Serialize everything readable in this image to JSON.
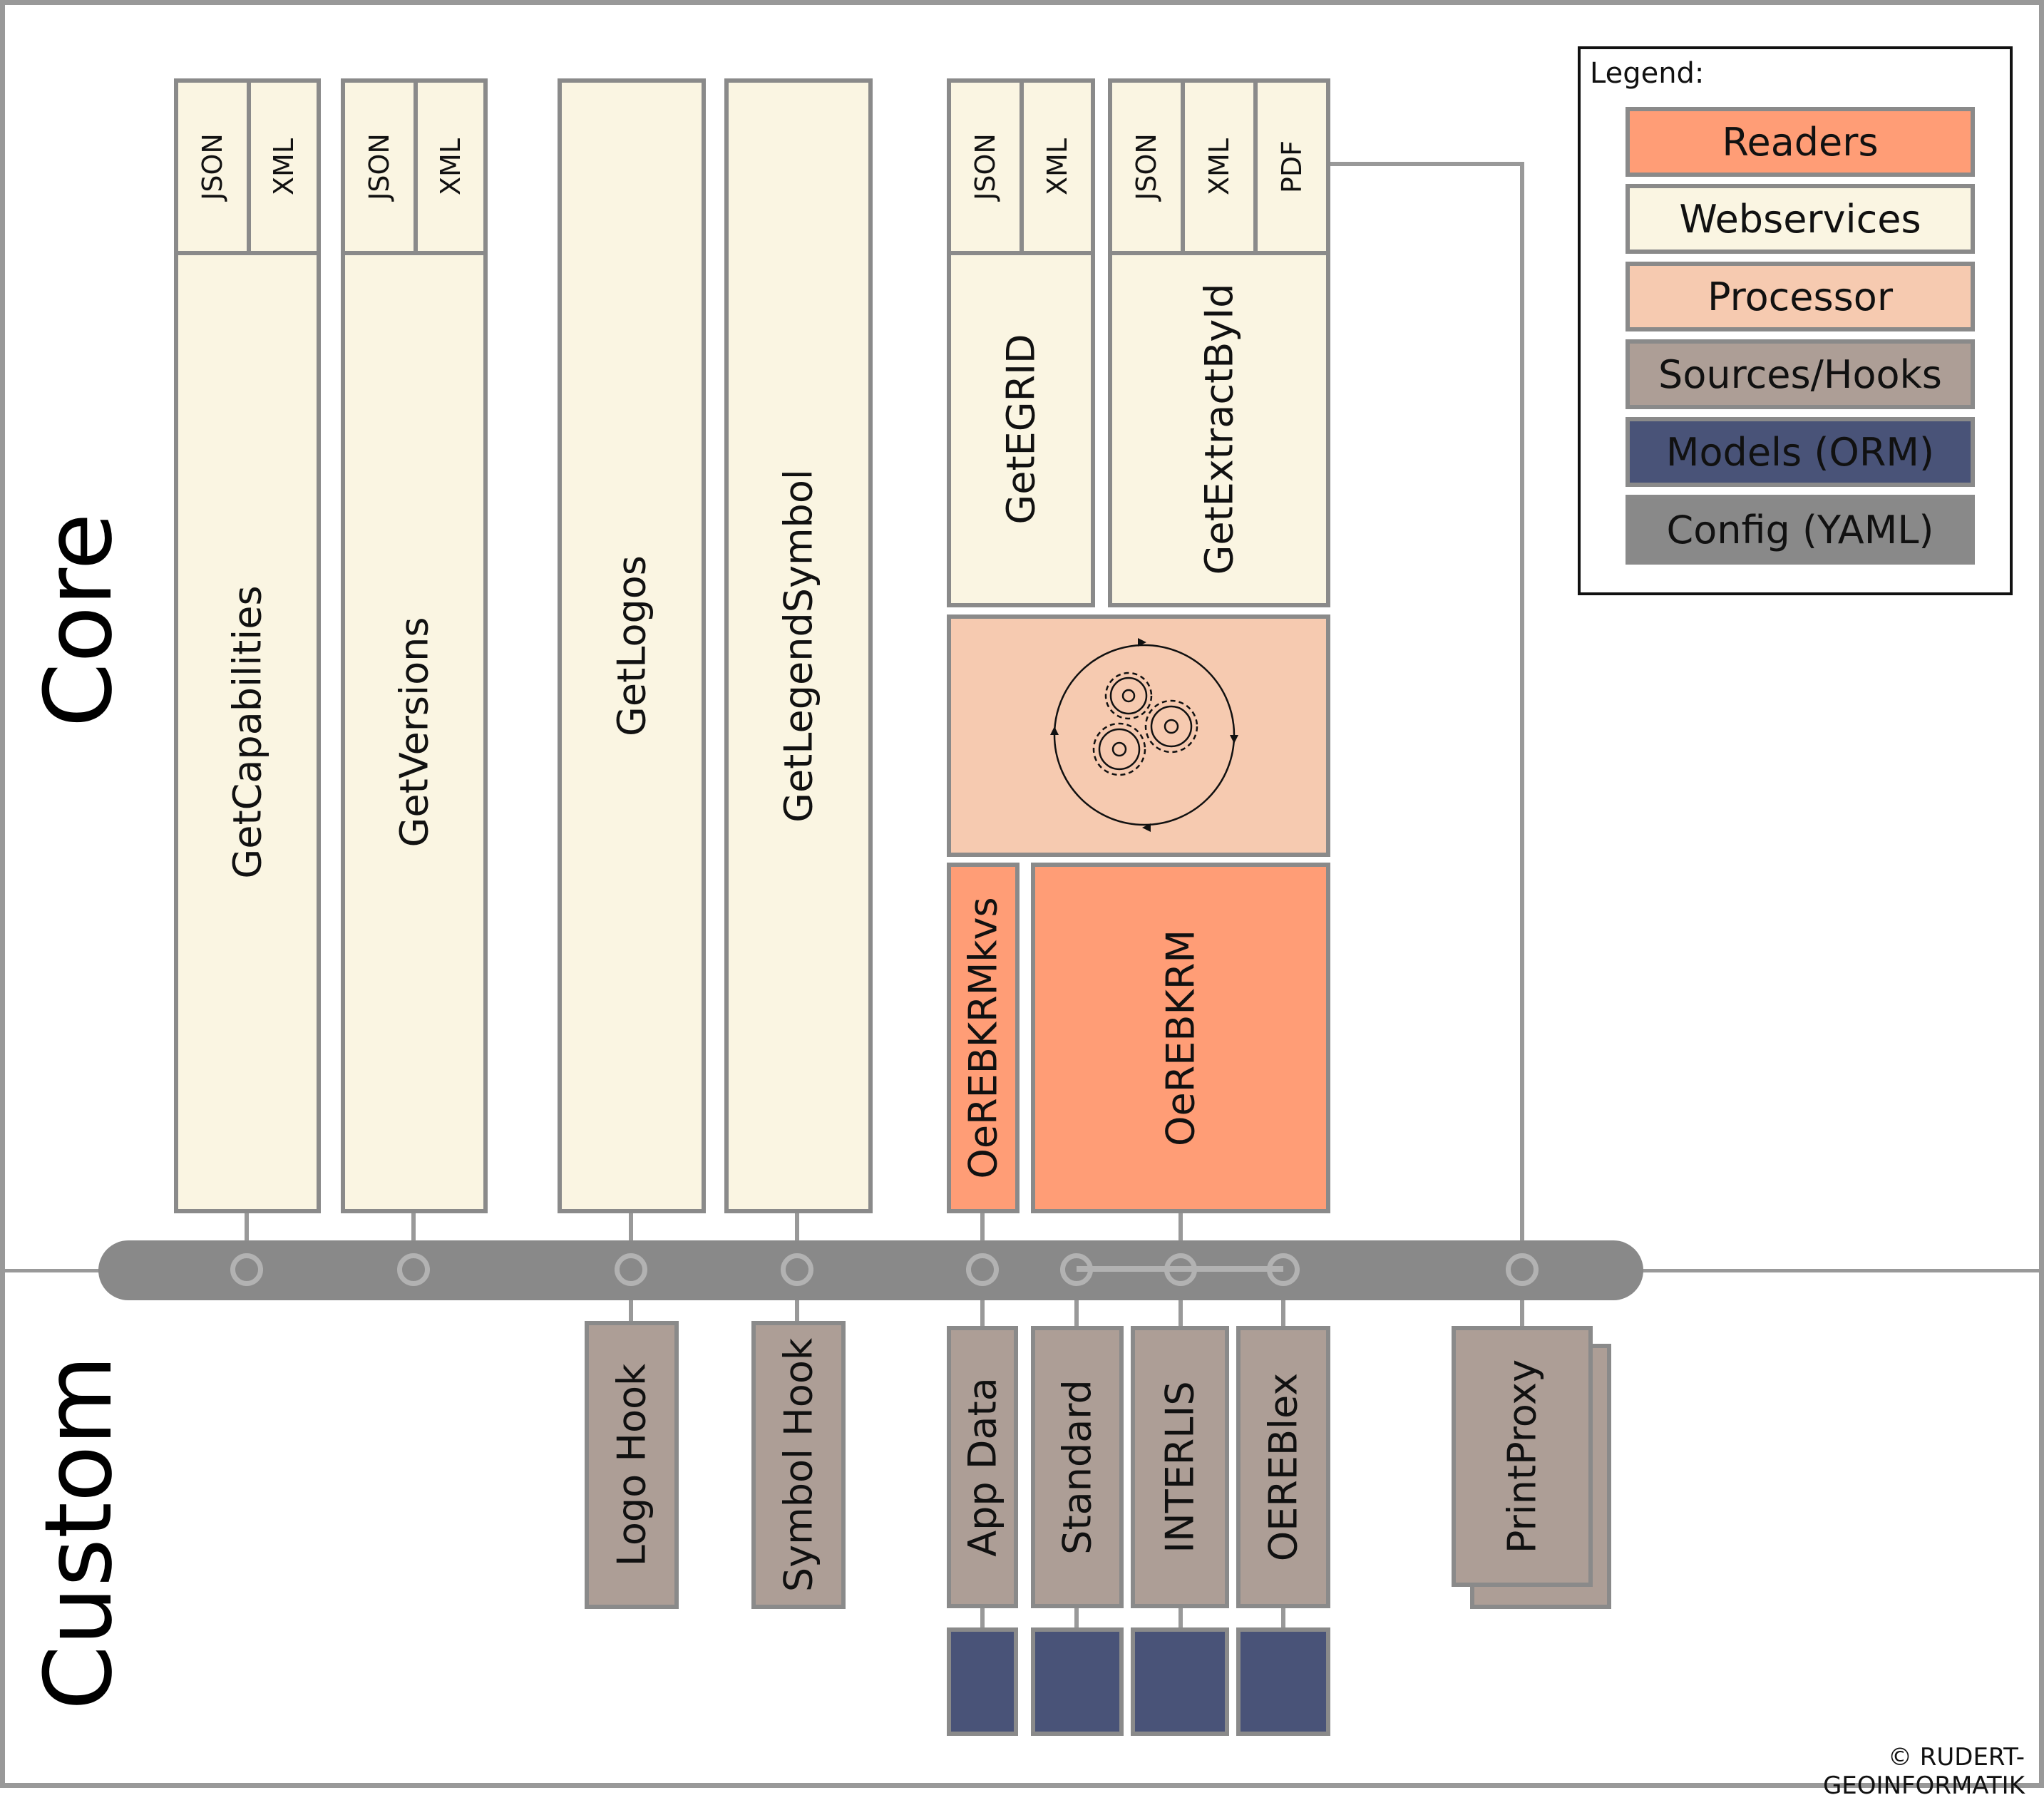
{
  "sections": {
    "core": "Core",
    "custom": "Custom"
  },
  "formats": {
    "json": "JSON",
    "xml": "XML",
    "pdf": "PDF"
  },
  "webservices": {
    "get_capabilities": "GetCapabilities",
    "get_versions": "GetVersions",
    "get_logos": "GetLogos",
    "get_legend_symbol": "GetLegendSymbol",
    "get_egrid": "GetEGRID",
    "get_extract_by_id": "GetExtractById"
  },
  "readers": {
    "oerebkrmkvs": "OeREBKRMkvs",
    "oerebkrm": "OeREBKRM"
  },
  "processor": {
    "icon": "gears-icon"
  },
  "sources": {
    "logo_hook": "Logo Hook",
    "symbol_hook": "Symbol Hook",
    "app_data": "App Data",
    "standard": "Standard",
    "interlis": "INTERLIS",
    "oereblex": "OEREBlex",
    "print_proxy": "PrintProxy"
  },
  "legend": {
    "title": "Legend:",
    "items": [
      {
        "label": "Readers",
        "color": "#ff9d76"
      },
      {
        "label": "Webservices",
        "color": "#faf5e2"
      },
      {
        "label": "Processor",
        "color": "#f6cab0"
      },
      {
        "label": "Sources/Hooks",
        "color": "#ad9e96"
      },
      {
        "label": "Models (ORM)",
        "color": "#495378"
      },
      {
        "label": "Config (YAML)",
        "color": "#898989"
      }
    ]
  },
  "copyright": "© RUDERT-GEOINFORMATIK"
}
